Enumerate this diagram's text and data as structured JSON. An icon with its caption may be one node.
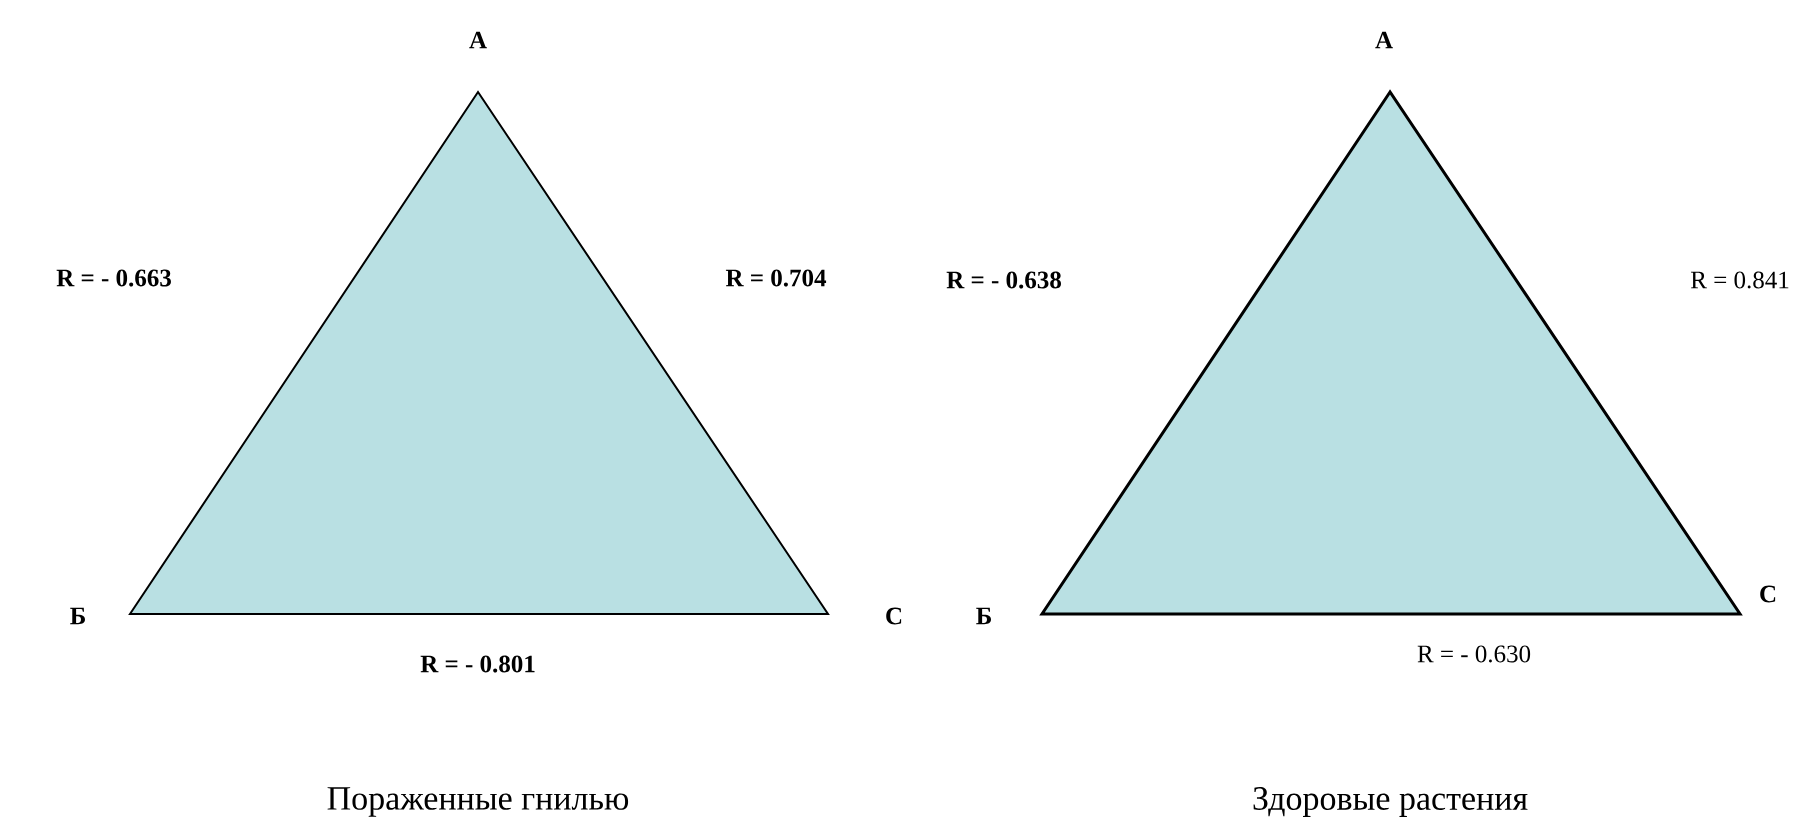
{
  "diagram": {
    "nodes": [
      {
        "text": [],
        "shape": "triangle",
        "beside": [
          "А",
          "R = - 0.663",
          "R = 0.704",
          "Б",
          "С",
          "R = - 0.801"
        ]
      },
      {
        "text": [],
        "shape": "triangle",
        "beside": [
          "А",
          "R = - 0.638",
          "R = 0.841",
          "Б",
          "С",
          "R = - 0.630"
        ]
      }
    ],
    "labels": [
      "Пораженные гнилью",
      "Здоровые растения"
    ]
  }
}
